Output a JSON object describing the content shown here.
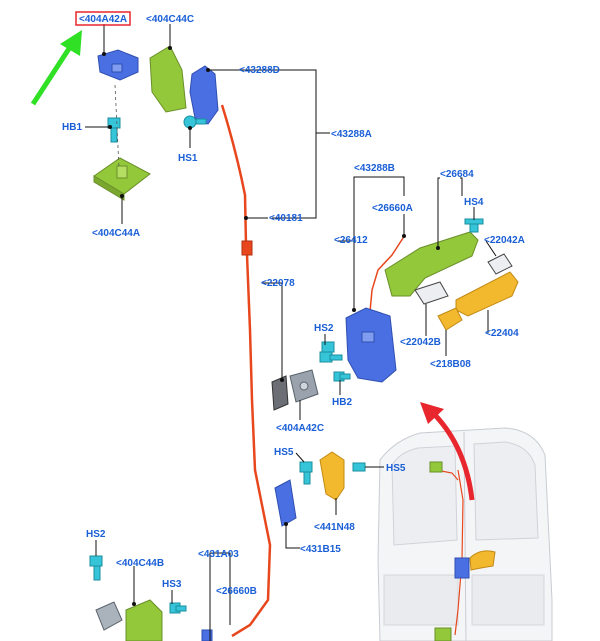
{
  "title": "",
  "labels": {
    "l404A42A": "<404A42A",
    "l404C44C": "<404C44C",
    "l43288D": "<43288D",
    "l43288A": "<43288A",
    "lHB1": "HB1",
    "lHS1": "HS1",
    "l404C44A": "<404C44A",
    "l40181": "<40181",
    "l43288B": "<43288B",
    "l26684": "<26684",
    "l26660A": "<26660A",
    "lHS4": "HS4",
    "l26412": "<26412",
    "l22042A": "<22042A",
    "l22078": "<22078",
    "lHS2a": "HS2",
    "l22042B": "<22042B",
    "l22404": "<22404",
    "l218B08": "<218B08",
    "lHB2": "HB2",
    "l404A42C": "<404A42C",
    "lHS5a": "HS5",
    "lHS5b": "HS5",
    "l441N48": "<441N48",
    "l431B15": "<431B15",
    "lHS2b": "HS2",
    "l404C44B": "<404C44B",
    "l431A03": "<431A03",
    "lHS3": "HS3",
    "l26660B": "<26660B"
  },
  "highlight": {
    "color": "#e8262d",
    "target": "<404A42A"
  },
  "pointer_arrow": {
    "color": "#2fe024"
  },
  "red_arrow": {
    "color": "#e8262d"
  },
  "colors": {
    "label": "#1a5fd6",
    "cable": "#e8471e",
    "blue_part": "#4a6fe3",
    "green_part": "#93c83b",
    "yellow_part": "#f2b82e",
    "cyan_fastener": "#35c4d8"
  }
}
